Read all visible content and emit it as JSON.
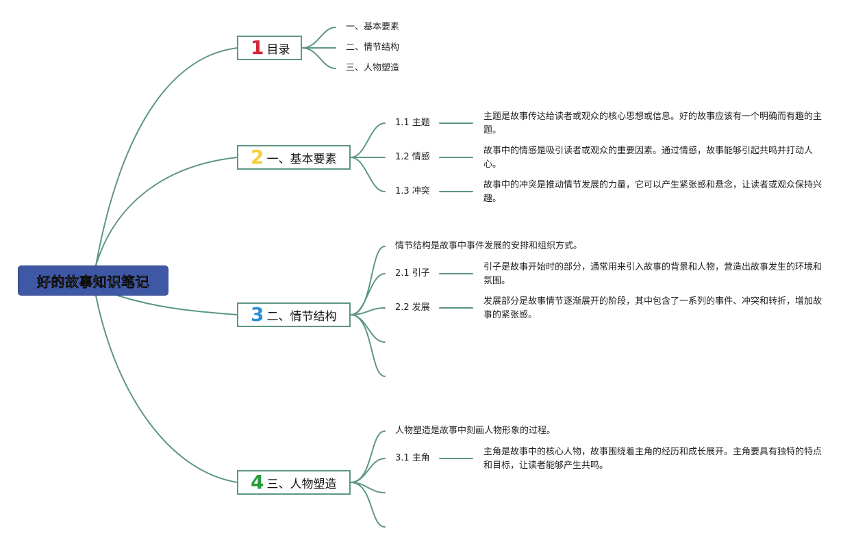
{
  "root": {
    "title": "好的故事知识笔记"
  },
  "branches": [
    {
      "number": "1",
      "title": "目录",
      "color": "#d4253a",
      "items": [
        "一、基本要素",
        "二、情节结构",
        "三、人物塑造"
      ]
    },
    {
      "number": "2",
      "title": "一、基本要素",
      "color": "#f2cf3b",
      "items": [
        {
          "label": "1.1 主题",
          "desc": "主题是故事传达给读者或观众的核心思想或信息。好的故事应该有一个明确而有趣的主题。"
        },
        {
          "label": "1.2 情感",
          "desc": "故事中的情感是吸引读者或观众的重要因素。通过情感，故事能够引起共鸣并打动人心。"
        },
        {
          "label": "1.3 冲突",
          "desc": "故事中的冲突是推动情节发展的力量，它可以产生紧张感和悬念，让读者或观众保持兴趣。"
        }
      ]
    },
    {
      "number": "3",
      "title": "二、情节结构",
      "color": "#2f8fd6",
      "intro": "情节结构是故事中事件发展的安排和组织方式。",
      "items": [
        {
          "label": "2.1 引子",
          "desc": "引子是故事开始时的部分，通常用来引入故事的背景和人物，营造出故事发生的环境和氛围。"
        },
        {
          "label": "2.2 发展",
          "desc": "发展部分是故事情节逐渐展开的阶段，其中包含了一系列的事件、冲突和转折，增加故事的紧张感。"
        }
      ]
    },
    {
      "number": "4",
      "title": "三、人物塑造",
      "color": "#2b9a3a",
      "intro": "人物塑造是故事中刻画人物形象的过程。",
      "items": [
        {
          "label": "3.1 主角",
          "desc": "主角是故事中的核心人物，故事围绕着主角的经历和成长展开。主角要具有独特的特点和目标，让读者能够产生共鸣。"
        }
      ]
    }
  ],
  "colors": {
    "line": "#5d9682",
    "root_fill": "#3f58a6"
  }
}
